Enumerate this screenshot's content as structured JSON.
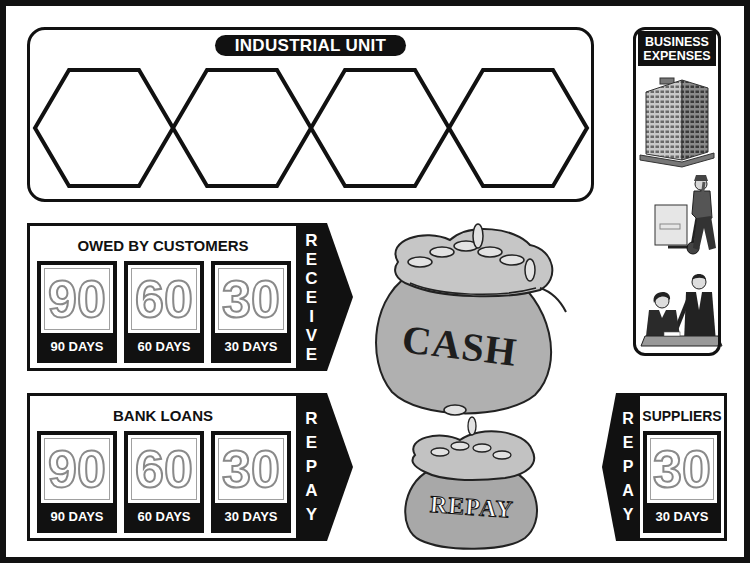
{
  "diagram": {
    "nodes": [
      {
        "text": [
          "INDUSTRIAL UNIT"
        ]
      },
      {
        "text": [
          "BUSINESS EXPENSES"
        ]
      },
      {
        "text": [
          "OWED BY CUSTOMERS"
        ]
      },
      {
        "text": [
          "90",
          "90 DAYS"
        ],
        "in": 2
      },
      {
        "text": [
          "60",
          "60 DAYS"
        ],
        "in": 2
      },
      {
        "text": [
          "30",
          "30 DAYS"
        ],
        "in": 2
      },
      {
        "text": [
          "RECEIVE"
        ]
      },
      {
        "text": [
          "CASH"
        ]
      },
      {
        "text": [
          "BANK LOANS"
        ]
      },
      {
        "text": [
          "90",
          "90 DAYS"
        ],
        "in": 8
      },
      {
        "text": [
          "60",
          "60 DAYS"
        ],
        "in": 8
      },
      {
        "text": [
          "30",
          "30 DAYS"
        ],
        "in": 8
      },
      {
        "text": [
          "REPAY"
        ]
      },
      {
        "text": [
          "REPAY"
        ]
      },
      {
        "text": [
          "REPAY"
        ]
      },
      {
        "text": [
          "SUPPLIERS"
        ]
      },
      {
        "text": [
          "30",
          "30 DAYS"
        ],
        "in": 15
      }
    ]
  }
}
